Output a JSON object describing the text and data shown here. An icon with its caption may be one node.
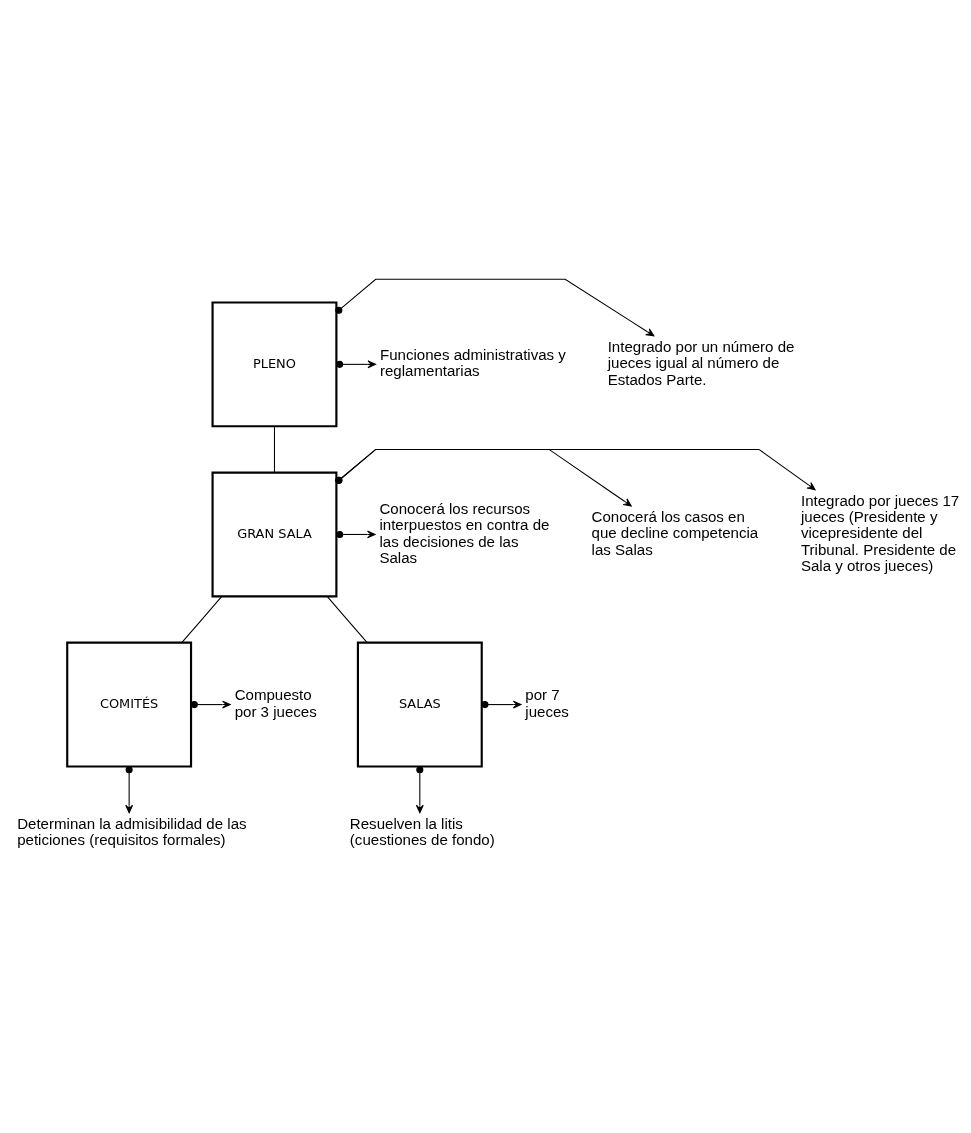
{
  "diagram": {
    "nodes": [
      {
        "text": [
          "PLENO"
        ]
      },
      {
        "text": [
          "Integrado por un número de jueces igual al número de Estados Parte."
        ]
      },
      {
        "text": [
          "Funciones administrativas y reglamentarias"
        ]
      },
      {
        "text": [
          "GRAN SALA"
        ]
      },
      {
        "text": [
          "Integrado por jueces 17 jueces (Presidente y vicepresidente del Tribunal. Presidente de Sala y otros jueces)"
        ]
      },
      {
        "text": [
          "Conocerá los casos en que decline competencia las Salas"
        ]
      },
      {
        "text": [
          "Conocerá los recursos interpuestos en contra de las decisiones de las Salas"
        ]
      },
      {
        "text": [
          "COMITÉS"
        ]
      },
      {
        "text": [
          "Compuesto por 3 jueces"
        ]
      },
      {
        "text": [
          "SALAS"
        ]
      },
      {
        "text": [
          "por 7 jueces"
        ]
      },
      {
        "text": [
          "Determinan la admisibilidad de las peticiones (requisitos formales)"
        ]
      },
      {
        "text": [
          "Resuelven la litis (cuestiones de fondo)"
        ]
      }
    ],
    "edges": [
      {
        "from": 0,
        "to": 1,
        "arrow": "to"
      },
      {
        "from": 0,
        "to": 2,
        "arrow": "to"
      },
      {
        "from": 0,
        "to": 3,
        "arrow": "none"
      },
      {
        "from": 3,
        "to": 4,
        "arrow": "to"
      },
      {
        "from": 3,
        "to": 5,
        "arrow": "to"
      },
      {
        "from": 3,
        "to": 6,
        "arrow": "to"
      },
      {
        "from": 3,
        "to": 7,
        "arrow": "none"
      },
      {
        "from": 3,
        "to": 9,
        "arrow": "none"
      },
      {
        "from": 7,
        "to": 8,
        "arrow": "to"
      },
      {
        "from": 7,
        "to": 11,
        "arrow": "to"
      },
      {
        "from": 9,
        "to": 10,
        "arrow": "to"
      },
      {
        "from": 9,
        "to": 12,
        "arrow": "to"
      }
    ]
  }
}
